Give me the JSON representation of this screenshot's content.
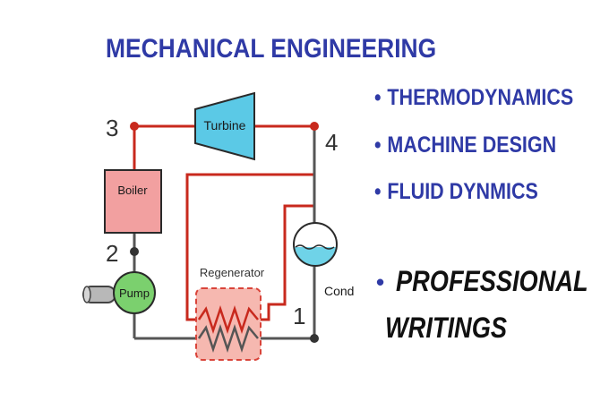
{
  "title": "MECHANICAL ENGINEERING",
  "topics": [
    "THERMODYNAMICS",
    "MACHINE DESIGN",
    "FLUID DYNMICS"
  ],
  "bullet": "•",
  "professional": {
    "line1": "PROFESSIONAL",
    "line2": "WRITINGS"
  },
  "diagram": {
    "turbine": "Turbine",
    "boiler": "Boiler",
    "pump": "Pump",
    "regenerator": "Regenerator",
    "condenser": "Cond",
    "state_3": "3",
    "state_4": "4",
    "state_2": "2",
    "state_1": "1"
  },
  "colors": {
    "heading": "#2f3aa6",
    "pipe_hot": "#c8291d",
    "pipe_cold": "#555555",
    "turbine": "#5bc9e6",
    "boiler": "#f2a0a0",
    "pump": "#7bd06e",
    "regenerator": "#f6b8b0",
    "water": "#6fd3e8"
  }
}
